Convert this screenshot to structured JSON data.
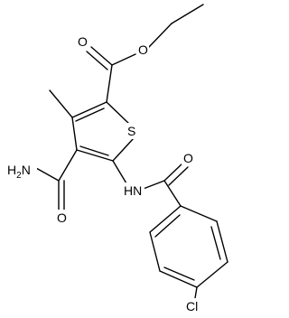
{
  "molecule": {
    "atom_labels": {
      "ester_o_carbonyl": "O",
      "ester_o_ether": "O",
      "ring_s": "S",
      "amide_nh2": "H2N",
      "amide_o": "O",
      "nh_link": "HN",
      "benzoyl_o": "O",
      "chloro": "Cl"
    }
  },
  "colors": {
    "bond": "#000000",
    "background": "#ffffff"
  }
}
